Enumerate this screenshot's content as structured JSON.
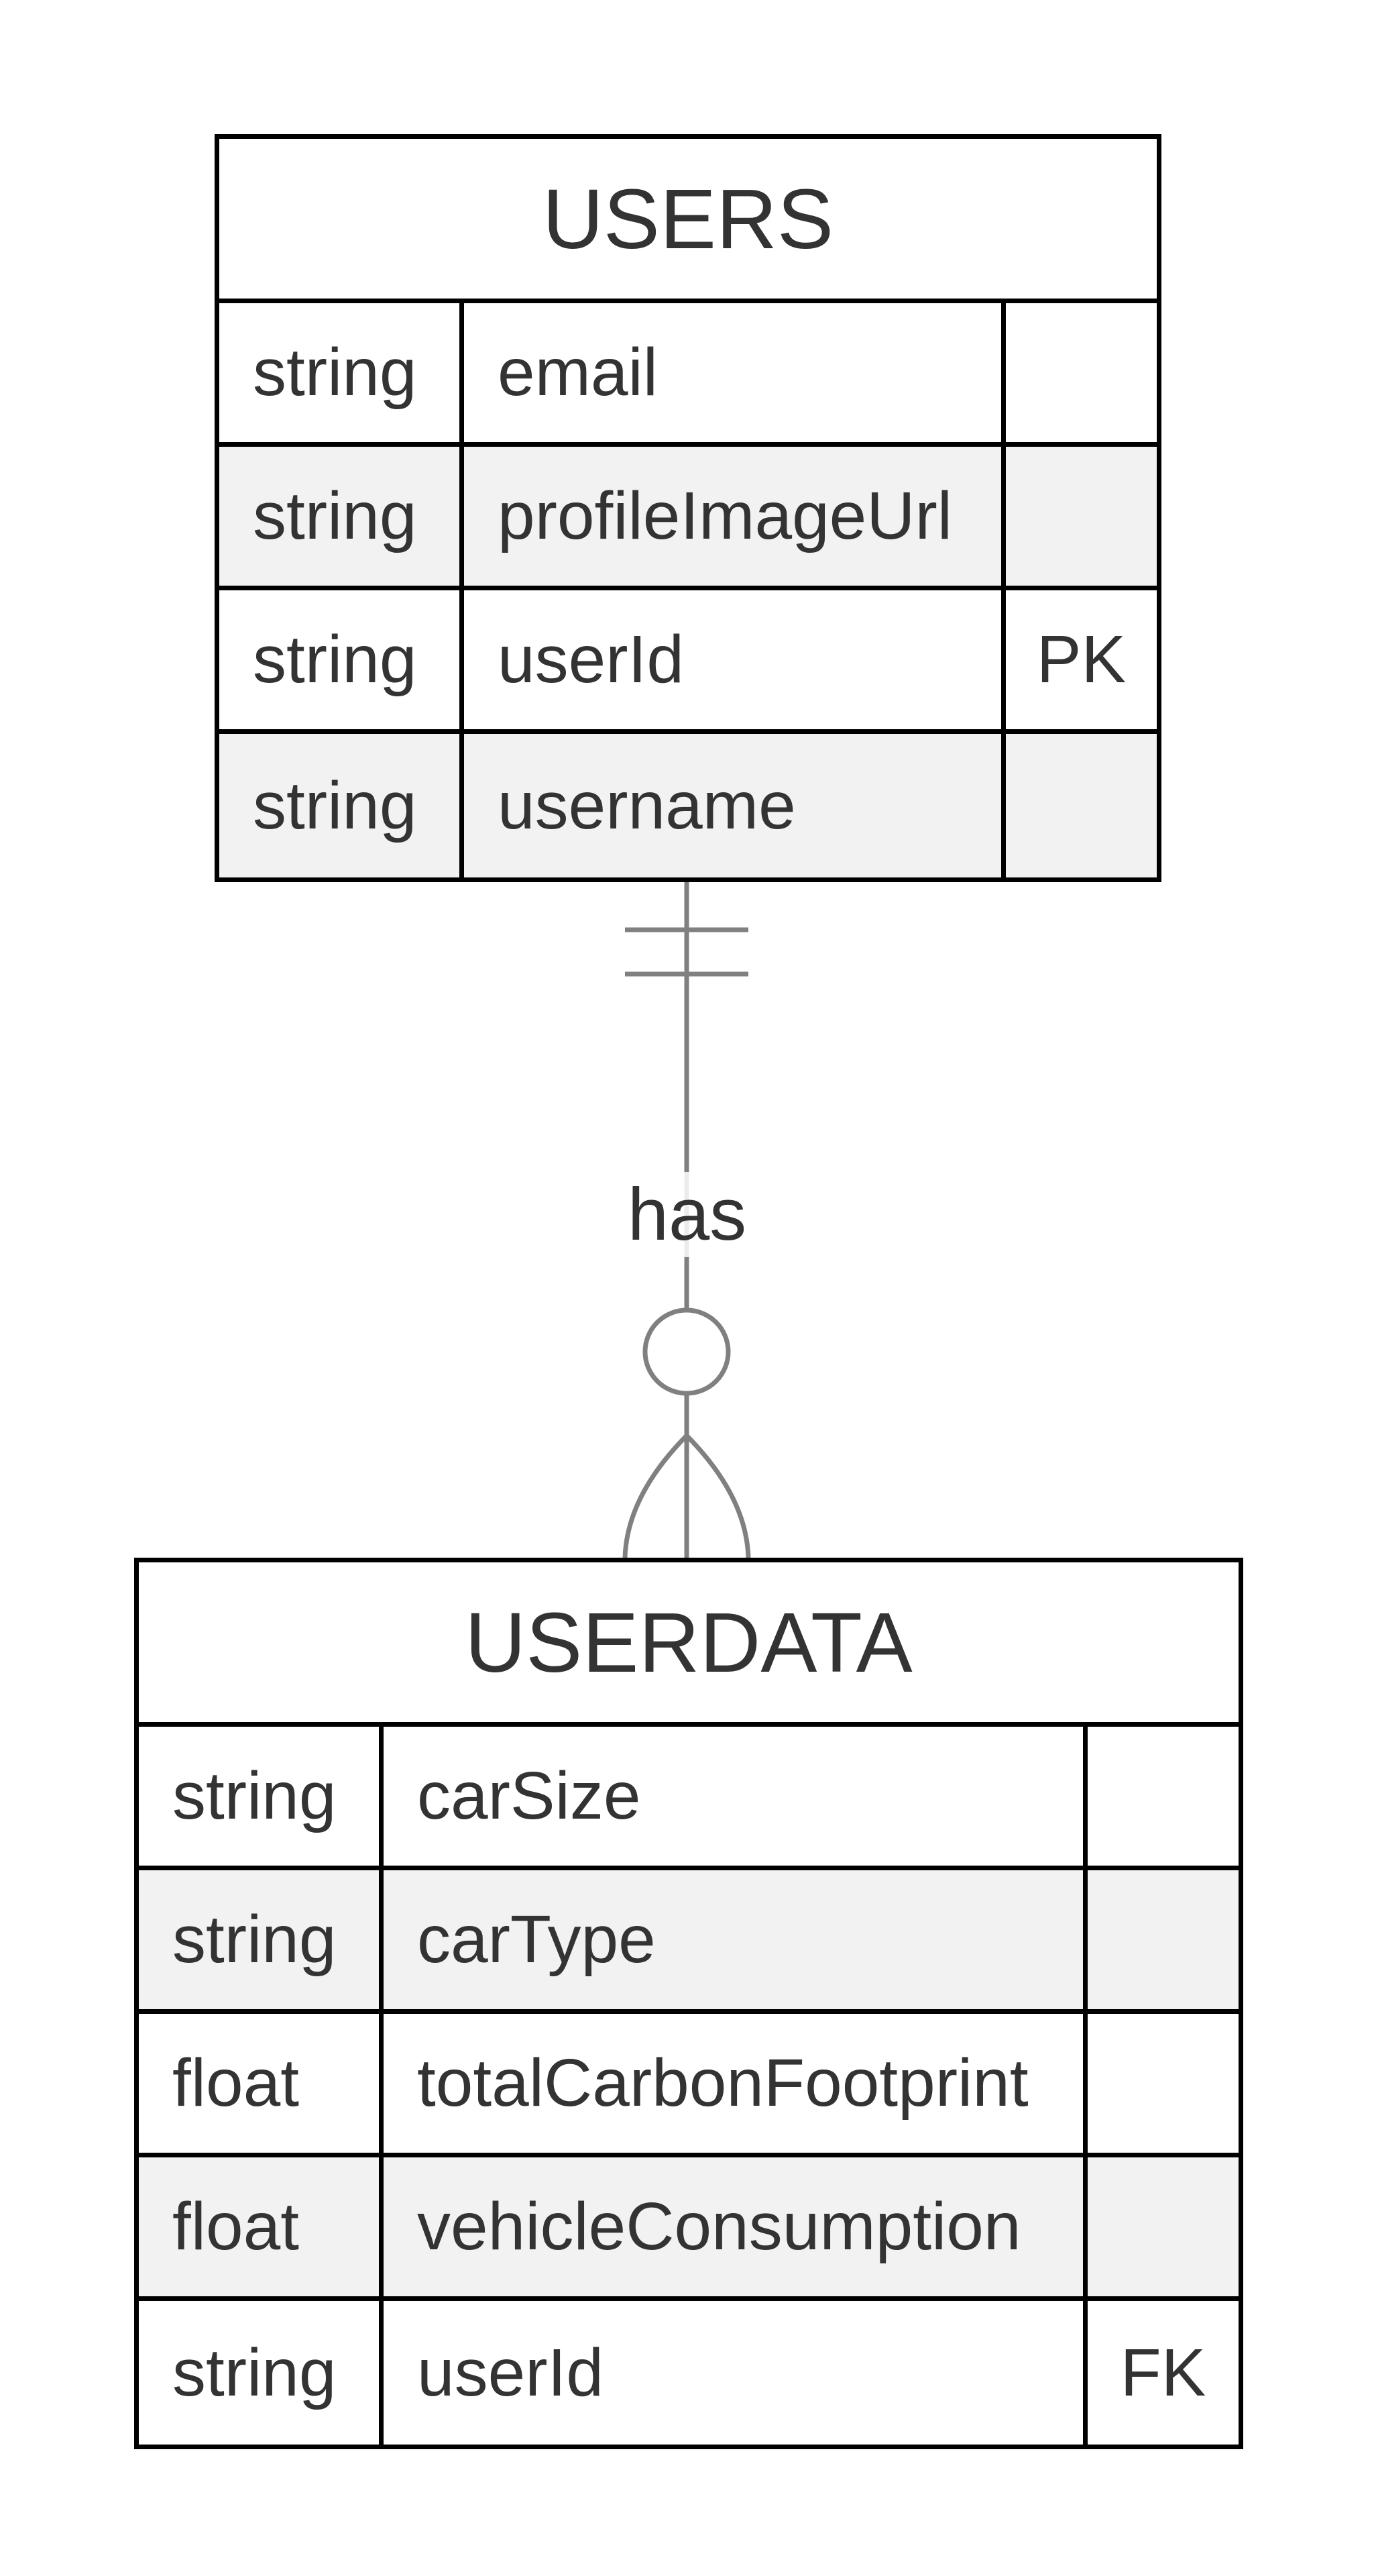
{
  "entities": {
    "users": {
      "title": "USERS",
      "rows": [
        {
          "type": "string",
          "name": "email",
          "key": ""
        },
        {
          "type": "string",
          "name": "profileImageUrl",
          "key": ""
        },
        {
          "type": "string",
          "name": "userId",
          "key": "PK"
        },
        {
          "type": "string",
          "name": "username",
          "key": ""
        }
      ]
    },
    "userdata": {
      "title": "USERDATA",
      "rows": [
        {
          "type": "string",
          "name": "carSize",
          "key": ""
        },
        {
          "type": "string",
          "name": "carType",
          "key": ""
        },
        {
          "type": "float",
          "name": "totalCarbonFootprint",
          "key": ""
        },
        {
          "type": "float",
          "name": "vehicleConsumption",
          "key": ""
        },
        {
          "type": "string",
          "name": "userId",
          "key": "FK"
        }
      ]
    }
  },
  "relationship": {
    "label": "has",
    "from_cardinality": "exactly-one",
    "to_cardinality": "zero-or-many"
  },
  "colors": {
    "border": "#000000",
    "row_alt": "#f2f2f2",
    "text": "#333333",
    "connector": "#808080",
    "background": "#ffffff"
  }
}
